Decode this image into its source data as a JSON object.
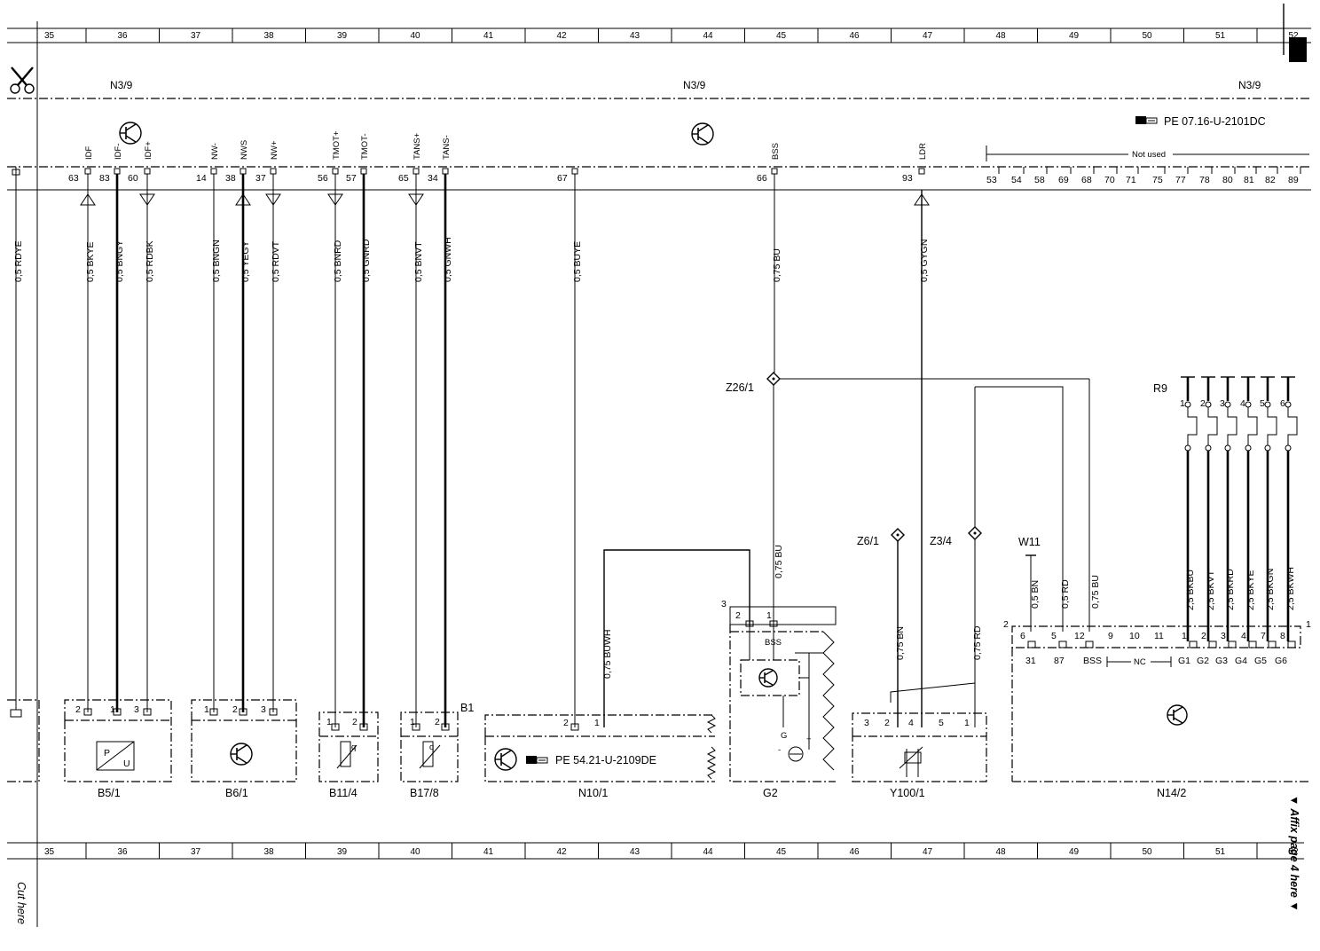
{
  "grid": {
    "columns": [
      "35",
      "36",
      "37",
      "38",
      "39",
      "40",
      "41",
      "42",
      "43",
      "44",
      "45",
      "46",
      "47",
      "48",
      "49",
      "50",
      "51",
      "52"
    ]
  },
  "margin": {
    "affix_note": "▼ Affix page 4 here ▼",
    "cut_note": "Cut here"
  },
  "modules": {
    "top_left": "N3/9",
    "top_center": "N3/9",
    "top_right": "N3/9"
  },
  "references": {
    "top": "PE 07.16-U-2101DC",
    "n10_1": "PE 54.21-U-2109DE"
  },
  "not_used_label": "Not used",
  "connector_pins": [
    {
      "pin": "63",
      "signal": "IDF",
      "wire": "0,5 BKYE"
    },
    {
      "pin": "83",
      "signal": "IDF-",
      "wire": "0,5 BNGY"
    },
    {
      "pin": "60",
      "signal": "IDF+",
      "wire": "0,5 RDBK"
    },
    {
      "pin": "14",
      "signal": "NW-",
      "wire": "0,5 BNGN"
    },
    {
      "pin": "38",
      "signal": "NWS",
      "wire": "0,5 YEGY"
    },
    {
      "pin": "37",
      "signal": "NW+",
      "wire": "0,5 RDVT"
    },
    {
      "pin": "56",
      "signal": "TMOT+",
      "wire": "0,5 BNRD"
    },
    {
      "pin": "57",
      "signal": "TMOT-",
      "wire": "0,5 GNRD"
    },
    {
      "pin": "65",
      "signal": "TANS+",
      "wire": "0,5 BNVT"
    },
    {
      "pin": "34",
      "signal": "TANS-",
      "wire": "0,5 GNWH"
    },
    {
      "pin": "67",
      "signal": "",
      "wire": "0,5 BUYE"
    },
    {
      "pin": "66",
      "signal": "BSS",
      "wire": "0,75 BU"
    },
    {
      "pin": "93",
      "signal": "LDR",
      "wire": "0,5 GYGN"
    }
  ],
  "first_wire": "0,5 RDYE",
  "unused_pins": [
    "53",
    "54",
    "58",
    "69",
    "68",
    "70",
    "71",
    "75",
    "77",
    "78",
    "80",
    "81",
    "82",
    "89"
  ],
  "nodes": {
    "z26_1": "Z26/1",
    "z6_1": "Z6/1",
    "z3_4": "Z3/4",
    "w11": "W11",
    "r9": "R9"
  },
  "mid_wires": {
    "g2_bu": "0,75 BU",
    "n10_buwh": "0,75 BUWH",
    "y100_bn": "0,75 BN",
    "y100_rd": "0,75 RD",
    "n14_bn": "0,5 BN",
    "n14_rd": "0,5 RD",
    "n14_bu": "0,75 BU",
    "r9_wires": [
      "2,5 BKBU",
      "2,5 BKVT",
      "2,5 BKRD",
      "2,5 BKYE",
      "2,5 BKGN",
      "2,5 BKWH"
    ]
  },
  "r9_pins": [
    "1",
    "2",
    "3",
    "4",
    "5",
    "6"
  ],
  "components": {
    "b5_1": {
      "name": "B5/1",
      "pins": [
        "2",
        "1",
        "3"
      ],
      "symbol": "P/U"
    },
    "b6_1": {
      "name": "B6/1",
      "pins": [
        "1",
        "2",
        "3"
      ]
    },
    "b11_4": {
      "name": "B11/4",
      "pins": [
        "1",
        "2"
      ]
    },
    "b17_8": {
      "name": "B17/8",
      "pins": [
        "1",
        "2"
      ],
      "tag": "B1"
    },
    "n10_1": {
      "name": "N10/1",
      "pins": [
        "2",
        "1"
      ]
    },
    "g2": {
      "name": "G2",
      "pins": [
        "2",
        "1"
      ],
      "corner_pin": "3",
      "inner_label": "BSS",
      "gen_label": "G"
    },
    "y100_1": {
      "name": "Y100/1",
      "pins": [
        "3",
        "2",
        "4",
        "5",
        "1"
      ]
    },
    "n14_2": {
      "name": "N14/2",
      "left_pin": "2",
      "right_pin": "1",
      "pins": [
        "6",
        "5",
        "12",
        "9",
        "10",
        "11",
        "1",
        "2",
        "3",
        "4",
        "7",
        "8"
      ],
      "functions": [
        "31",
        "87",
        "BSS",
        "G1",
        "G2",
        "G3",
        "G4",
        "G5",
        "G6"
      ],
      "nc_label": "NC"
    }
  }
}
